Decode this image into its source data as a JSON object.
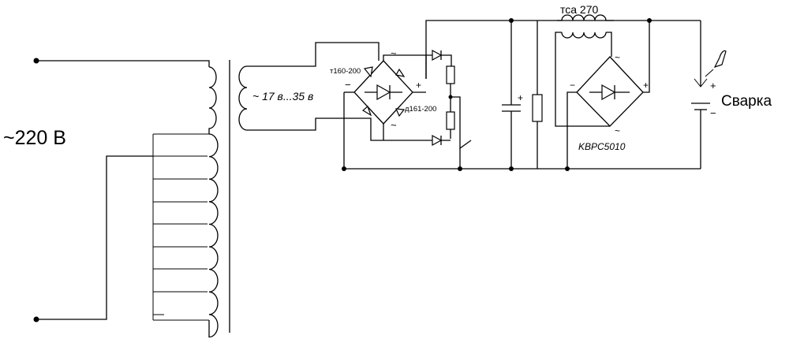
{
  "labels": {
    "mains_voltage": "~220 В",
    "secondary_voltage": "~ 17 в...35 в",
    "thyristor_label": "т160-200",
    "diode_label": "д161-200",
    "choke_label": "тса 270",
    "bridge_label": "KBPC5010",
    "output_label": "Сварка",
    "output_color": "#e00000"
  },
  "symbols": {
    "ac": "~",
    "plus": "+",
    "minus": "−"
  }
}
